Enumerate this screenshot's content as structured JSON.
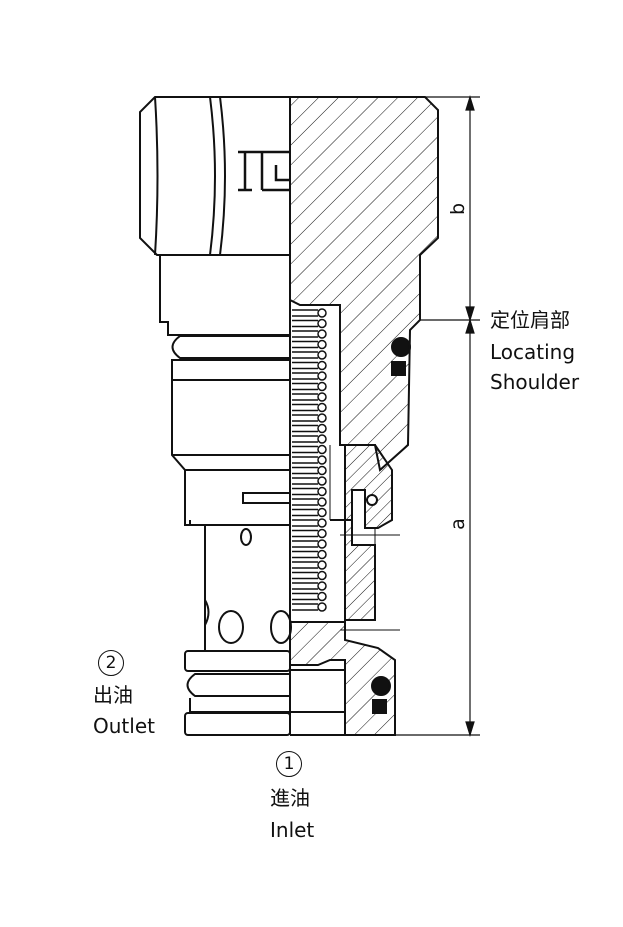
{
  "drawing": {
    "title": "Cartridge valve cross-section",
    "logo_mark": "JC",
    "dimensions": {
      "upper": "b",
      "lower": "a"
    },
    "locating_shoulder": {
      "zh": "定位肩部",
      "en_line1": "Locating",
      "en_line2": "Shoulder"
    },
    "port_outlet": {
      "number": "2",
      "zh": "出油",
      "en": "Outlet"
    },
    "port_inlet": {
      "number": "1",
      "zh": "進油",
      "en": "Inlet"
    }
  }
}
